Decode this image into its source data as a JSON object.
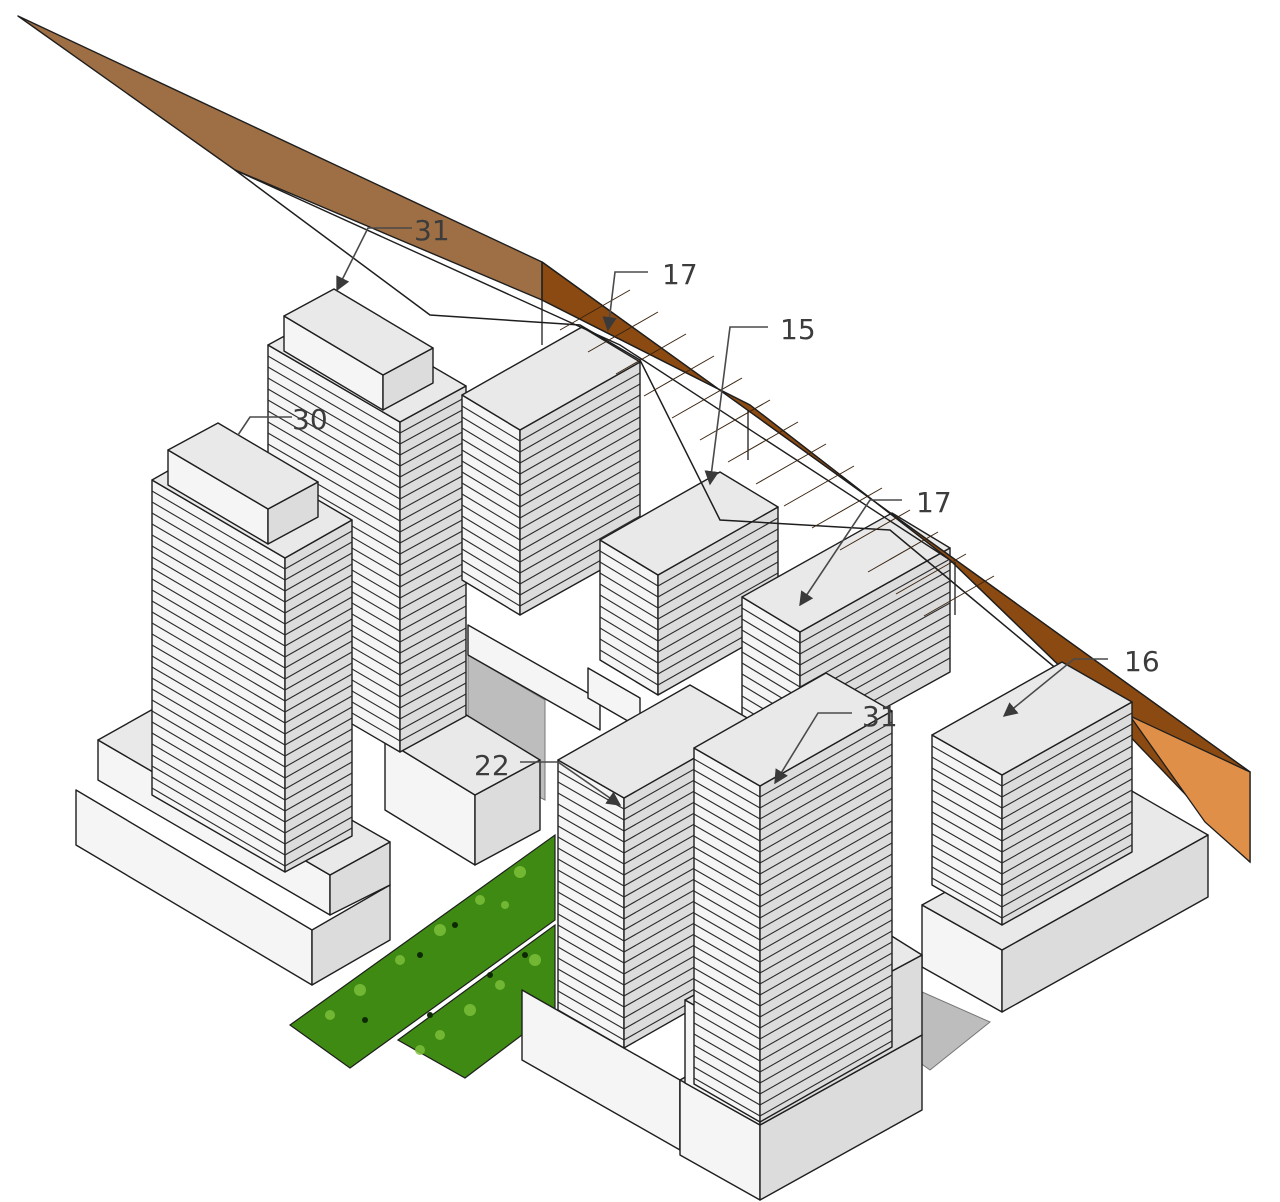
{
  "colors": {
    "roof_top": "#e9e9e9",
    "face_left": "#f5f5f5",
    "face_right": "#dcdcdc",
    "plane_top": "#9b6a3f",
    "plane_face": "#8b4a12",
    "plane_edge": "#e08f48",
    "ground_shadow": "#bdbdbd",
    "greenery": "#3f8a12",
    "greenery_light": "#6fb232"
  },
  "labels": {
    "ref_31_upper": "31",
    "ref_17_upper": "17",
    "ref_15": "15",
    "ref_30": "30",
    "ref_17_lower": "17",
    "ref_16": "16",
    "ref_31_lower": "31",
    "ref_22": "22"
  },
  "icons": {
    "leader_arrow": "arrowhead-icon"
  }
}
